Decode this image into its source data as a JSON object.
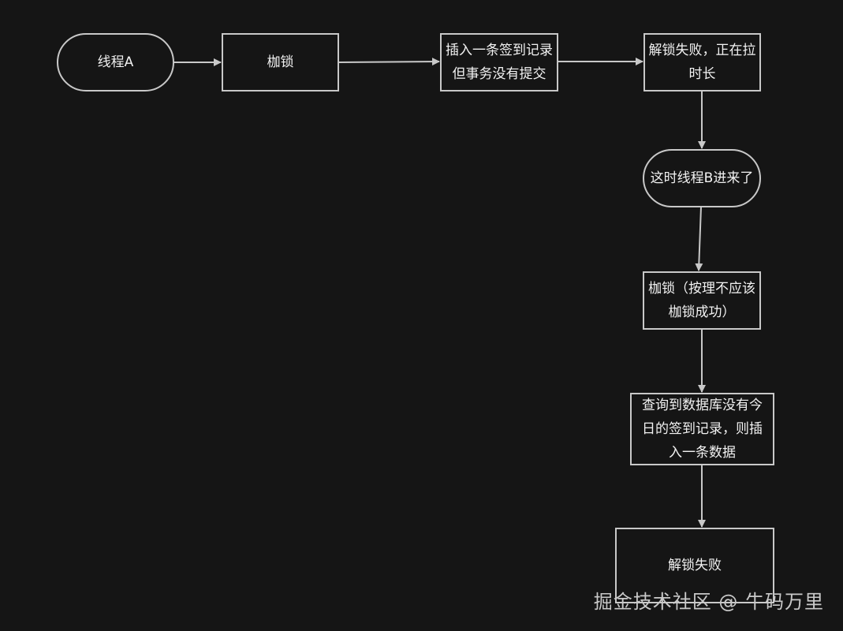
{
  "diagram": {
    "nodes": [
      {
        "id": "thread-a",
        "shape": "pill",
        "text": "线程A"
      },
      {
        "id": "lock-1",
        "shape": "rect",
        "text": "枷锁"
      },
      {
        "id": "insert-record",
        "shape": "rect",
        "text": "插入一条签到记录\n但事务没有提交"
      },
      {
        "id": "unlock-fail-1",
        "shape": "rect",
        "text": "解锁失败，正在拉\n时长"
      },
      {
        "id": "thread-b",
        "shape": "pill",
        "text": "这时线程B进来了"
      },
      {
        "id": "lock-2",
        "shape": "rect",
        "text": "枷锁（按理不应该\n枷锁成功）"
      },
      {
        "id": "query-insert",
        "shape": "rect",
        "text": "查询到数据库没有今\n日的签到记录，则插\n入一条数据"
      },
      {
        "id": "unlock-fail-2",
        "shape": "rect",
        "text": "解锁失败"
      }
    ],
    "edges": [
      {
        "from": "thread-a",
        "to": "lock-1"
      },
      {
        "from": "lock-1",
        "to": "insert-record"
      },
      {
        "from": "insert-record",
        "to": "unlock-fail-1"
      },
      {
        "from": "unlock-fail-1",
        "to": "thread-b"
      },
      {
        "from": "thread-b",
        "to": "lock-2"
      },
      {
        "from": "lock-2",
        "to": "query-insert"
      },
      {
        "from": "query-insert",
        "to": "unlock-fail-2"
      }
    ],
    "colors": {
      "background": "#151515",
      "stroke": "#c8c8c8",
      "text": "#f2f2f2"
    }
  },
  "watermark": "掘金技术社区 @ 牛码万里"
}
